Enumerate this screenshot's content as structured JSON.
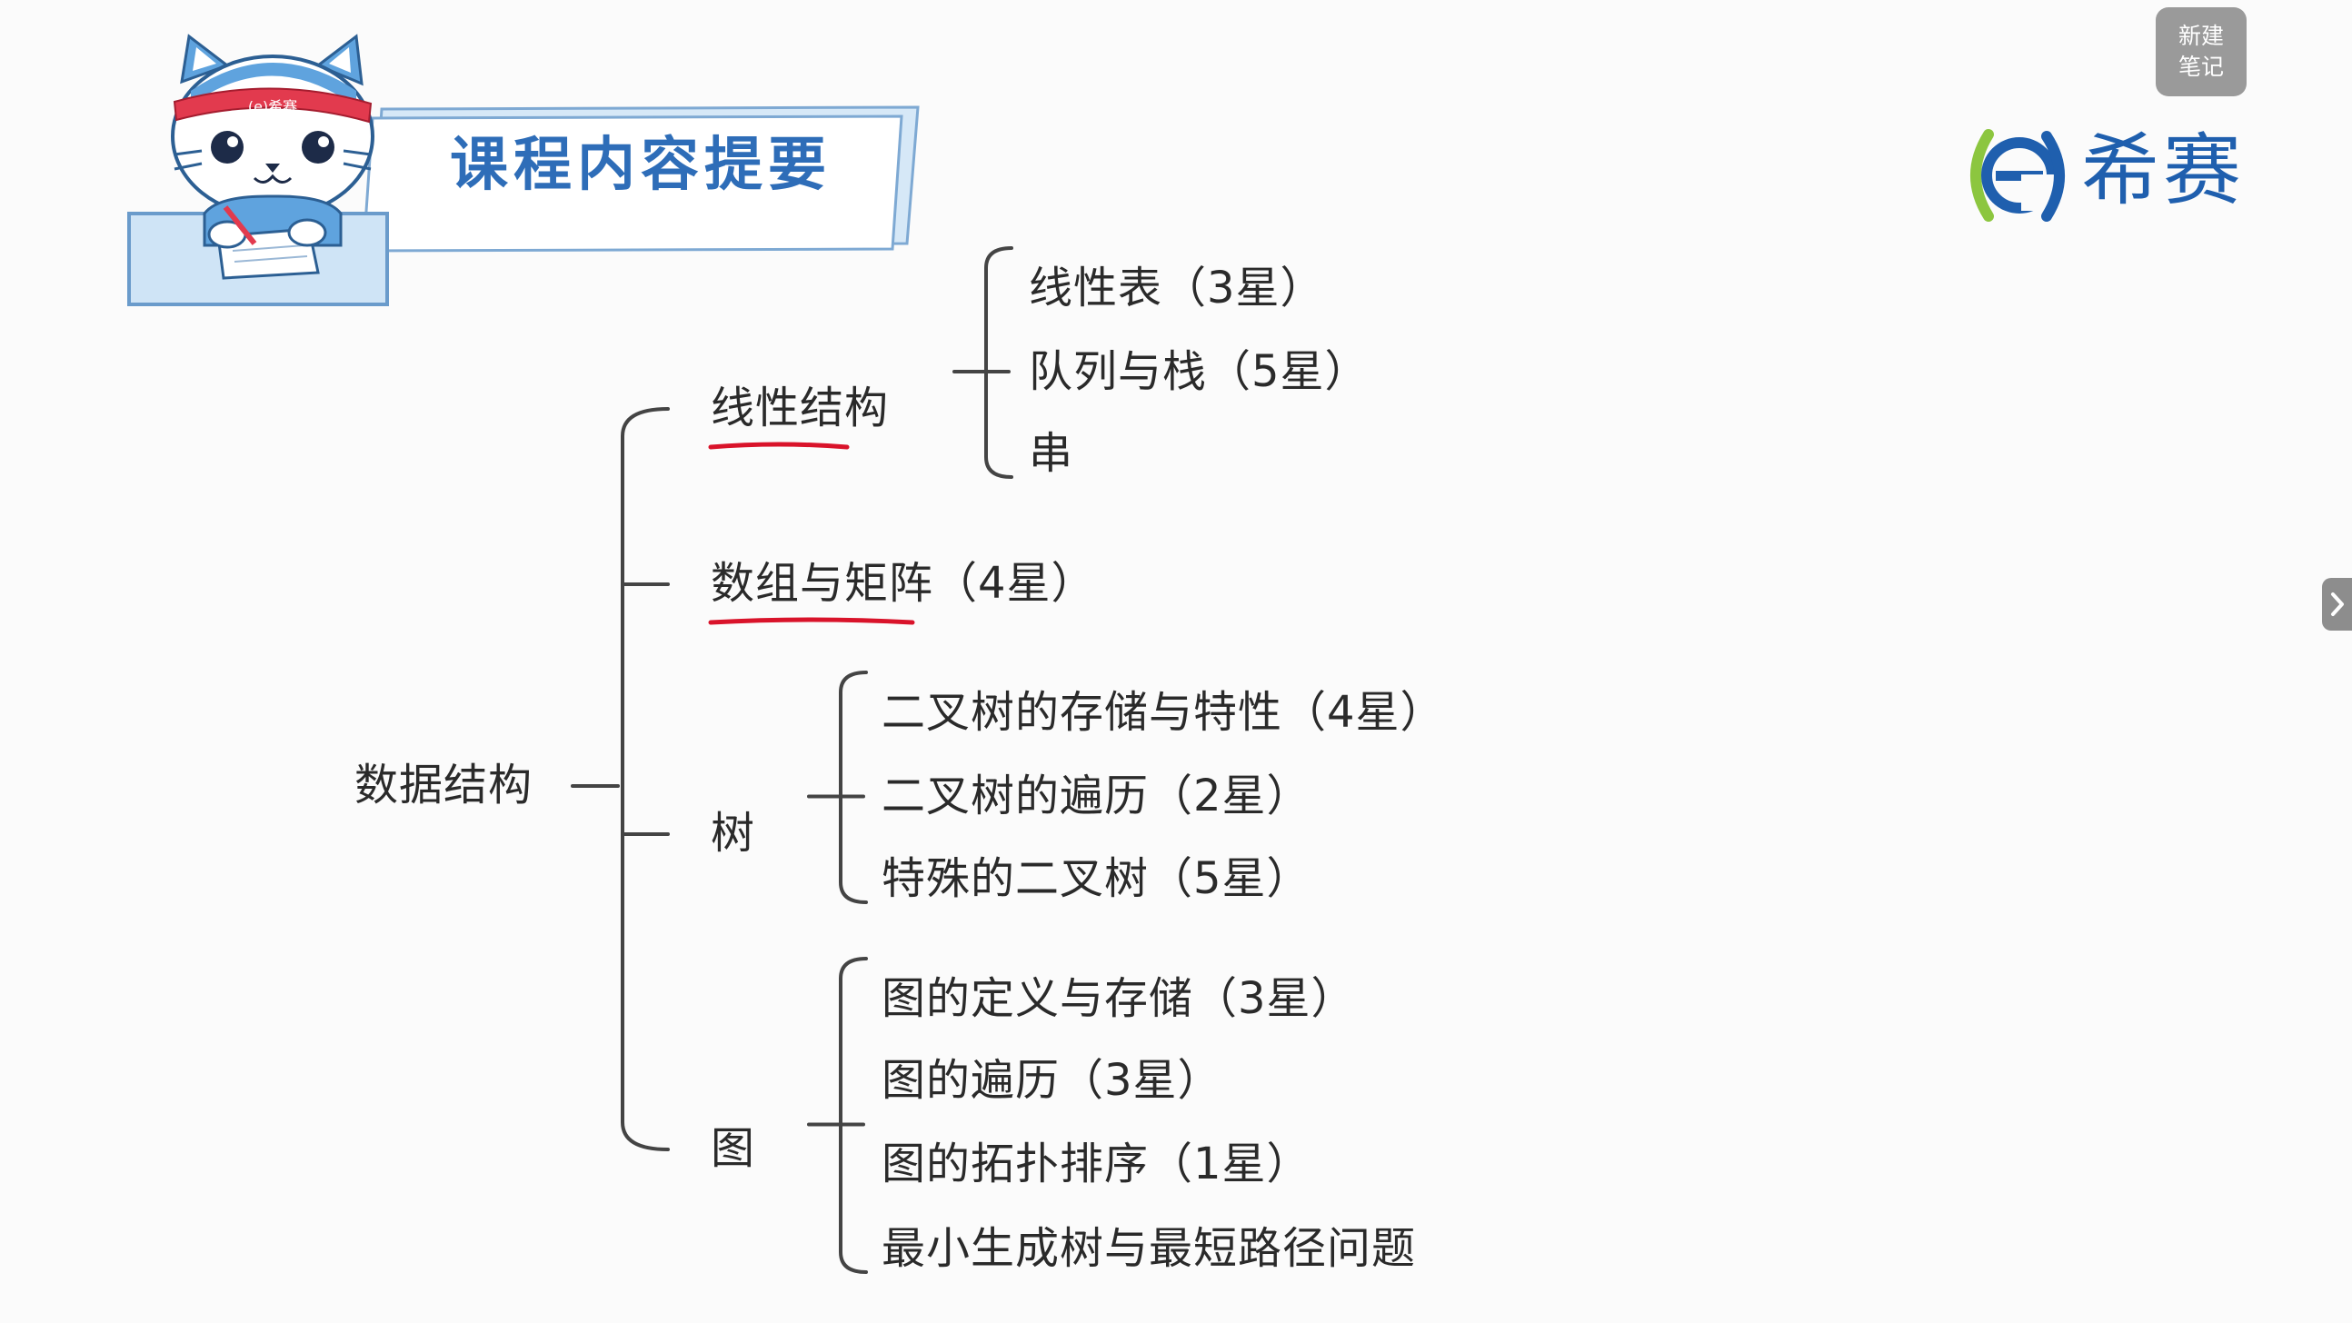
{
  "header": {
    "title": "课程内容提要",
    "mascot_badge": "(e)希赛"
  },
  "brand": {
    "logo_text": "希赛",
    "color": "#1f5fae",
    "accent": "#8cc63f"
  },
  "toolbar": {
    "new_note_line1": "新建",
    "new_note_line2": "笔记"
  },
  "sidebar_toggle": {
    "icon": "chevron-right-icon"
  },
  "mindmap": {
    "root": "数据结构",
    "branches": [
      {
        "label": "线性结构",
        "underlined": true,
        "children": [
          "线性表（3星）",
          "队列与栈（5星）",
          "串"
        ]
      },
      {
        "label": "数组与矩阵（4星）",
        "underlined": true,
        "children": []
      },
      {
        "label": "树",
        "underlined": false,
        "children": [
          "二叉树的存储与特性（4星）",
          "二叉树的遍历（2星）",
          "特殊的二叉树（5星）"
        ]
      },
      {
        "label": "图",
        "underlined": false,
        "children": [
          "图的定义与存储（3星）",
          "图的遍历（3星）",
          "图的拓扑排序（1星）",
          "最小生成树与最短路径问题"
        ]
      }
    ]
  },
  "colors": {
    "title": "#2e6db8",
    "text": "#2a2a2a",
    "underline": "#d9132a",
    "bracket": "#444444"
  }
}
